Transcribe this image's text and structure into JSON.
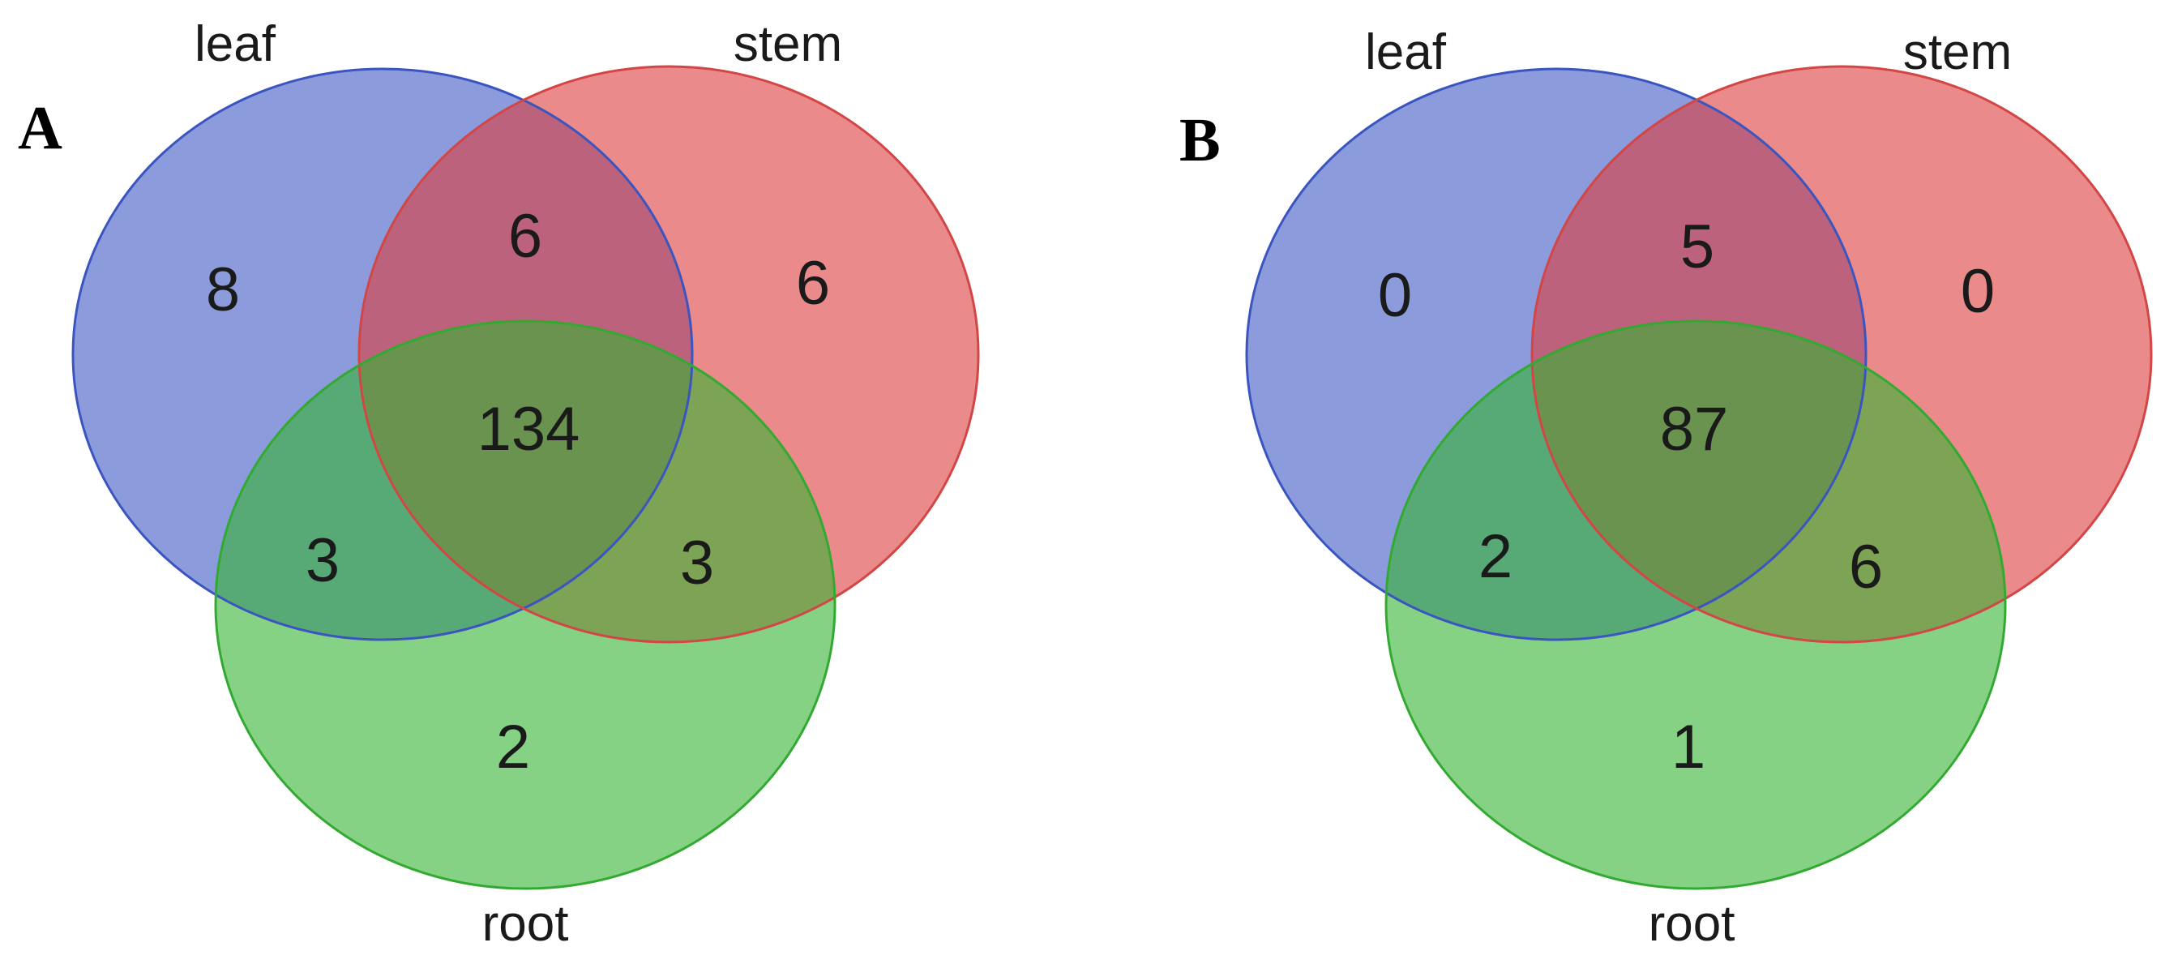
{
  "colors": {
    "leaf": "#3f58c4",
    "stem": "#dc3c3c",
    "root": "#34b432",
    "leaf_stroke": "#3b55c0",
    "stem_stroke": "#d24646",
    "root_stroke": "#32aa32"
  },
  "panels": [
    {
      "letter": "A",
      "sets": {
        "leaf": "leaf",
        "stem": "stem",
        "root": "root"
      },
      "counts": {
        "leaf_only": "8",
        "stem_only": "6",
        "root_only": "2",
        "leaf_stem": "6",
        "leaf_root": "3",
        "stem_root": "3",
        "all": "134"
      }
    },
    {
      "letter": "B",
      "sets": {
        "leaf": "leaf",
        "stem": "stem",
        "root": "root"
      },
      "counts": {
        "leaf_only": "0",
        "stem_only": "0",
        "root_only": "1",
        "leaf_stem": "5",
        "leaf_root": "2",
        "stem_root": "6",
        "all": "87"
      }
    }
  ]
}
